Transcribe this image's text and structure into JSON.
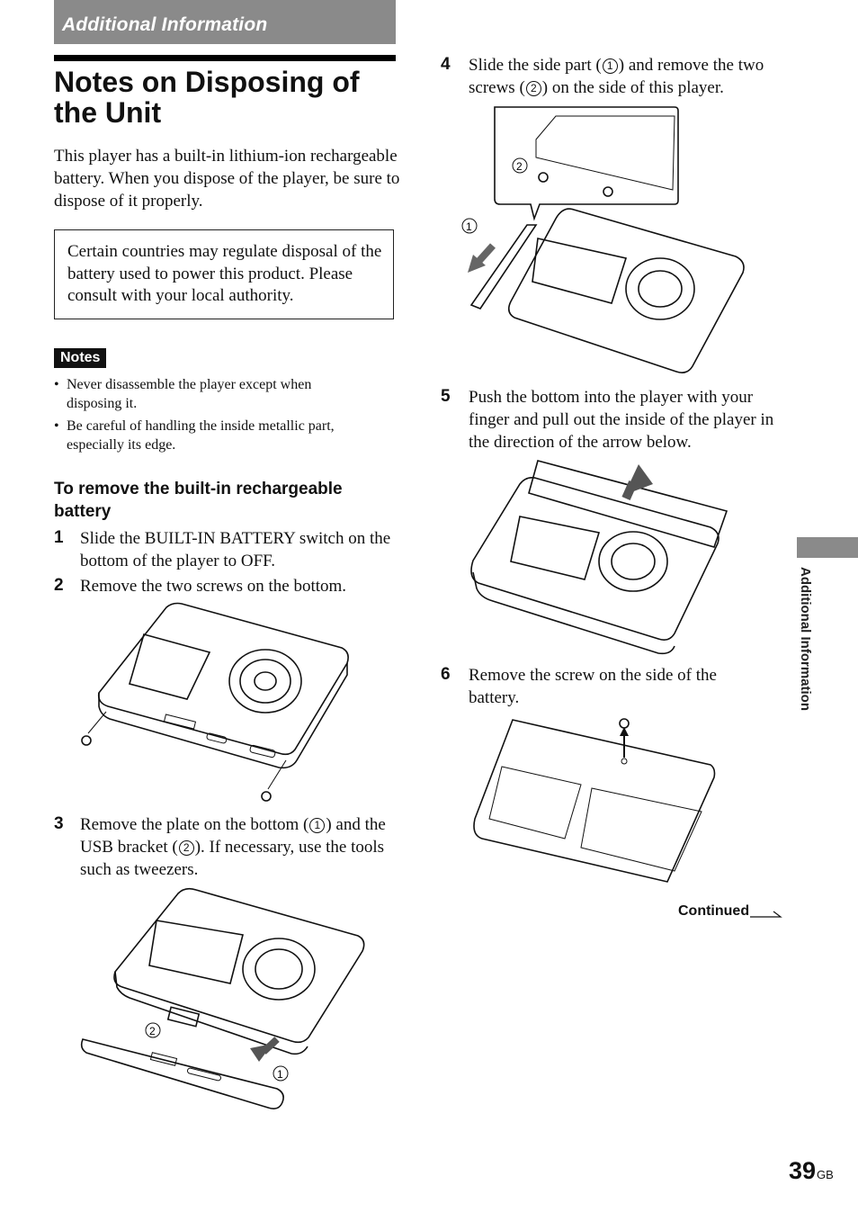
{
  "section_header": "Additional Information",
  "title": "Notes on Disposing of the Unit",
  "intro": "This player has a built-in lithium-ion rechargeable battery. When you dispose of the player, be sure to dispose of it properly.",
  "box_text": "Certain countries may regulate disposal of the battery used to power this product. Please consult with your local authority.",
  "notes_label": "Notes",
  "notes": [
    "Never disassemble the player except when disposing it.",
    "Be careful of handling the inside metallic part, especially its edge."
  ],
  "subheading": "To remove the built-in rechargeable battery",
  "steps": [
    {
      "num": "1",
      "text": "Slide the BUILT-IN BATTERY switch on the bottom of the player to OFF."
    },
    {
      "num": "2",
      "text": "Remove the two screws on the bottom."
    },
    {
      "num": "3",
      "text_a": "Remove the plate on the bottom (",
      "text_b": ") and the USB bracket (",
      "text_c": "). If necessary, use the tools such as tweezers."
    },
    {
      "num": "4",
      "text_a": "Slide the side part (",
      "text_b": ") and remove the two screws (",
      "text_c": ") on the side of this player."
    },
    {
      "num": "5",
      "text": "Push the bottom into the player with your finger and pull out the inside of the player in the direction of the arrow below."
    },
    {
      "num": "6",
      "text": "Remove the screw on the side of the battery."
    }
  ],
  "callouts": {
    "one": "1",
    "two": "2"
  },
  "continued": "Continued",
  "side_tab_text": "Additional Information",
  "page_number": "39",
  "page_suffix": "GB"
}
